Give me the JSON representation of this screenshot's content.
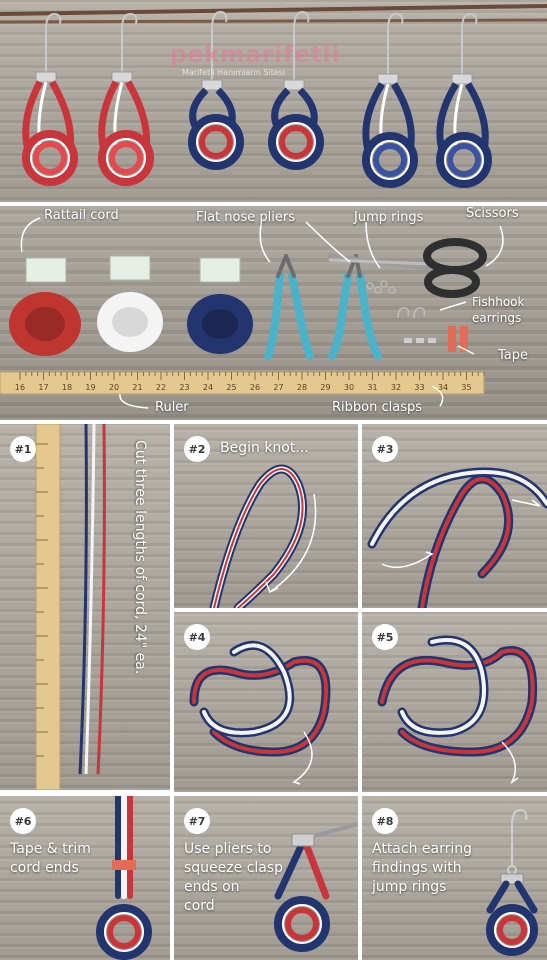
{
  "watermark": {
    "title": "pekmarifetli",
    "subtitle": "Marifetli Hanımların Sitesi"
  },
  "materials": {
    "rattail_cord": "Rattail cord",
    "flat_nose_pliers": "Flat nose pliers",
    "jump_rings": "Jump rings",
    "scissors": "Scissors",
    "fishhook_earrings": "Fishhook earrings",
    "tape": "Tape",
    "ruler": "Ruler",
    "ribbon_clasps": "Ribbon clasps",
    "ruler_numbers": [
      "16",
      "17",
      "18",
      "19",
      "20",
      "21",
      "22",
      "23",
      "24",
      "25",
      "26",
      "27",
      "28",
      "29",
      "30",
      "31",
      "32",
      "33",
      "34",
      "35"
    ]
  },
  "steps": [
    {
      "num": "#1",
      "text": "Cut three lengths of cord, 24\" ea."
    },
    {
      "num": "#2",
      "text": "Begin knot..."
    },
    {
      "num": "#3",
      "text": ""
    },
    {
      "num": "#4",
      "text": ""
    },
    {
      "num": "#5",
      "text": ""
    },
    {
      "num": "#6",
      "text_line1": "Tape & trim",
      "text_line2": "cord ends"
    },
    {
      "num": "#7",
      "text_line1": "Use pliers to",
      "text_line2": "squeeze clasp",
      "text_line3": "ends on",
      "text_line4": "cord"
    },
    {
      "num": "#8",
      "text_line1": "Attach earring",
      "text_line2": "findings with",
      "text_line3": "jump rings"
    }
  ],
  "colors": {
    "red": "#c8363c",
    "navy": "#23356e",
    "white": "#f4f4f4",
    "teal": "#4bb3c9"
  }
}
